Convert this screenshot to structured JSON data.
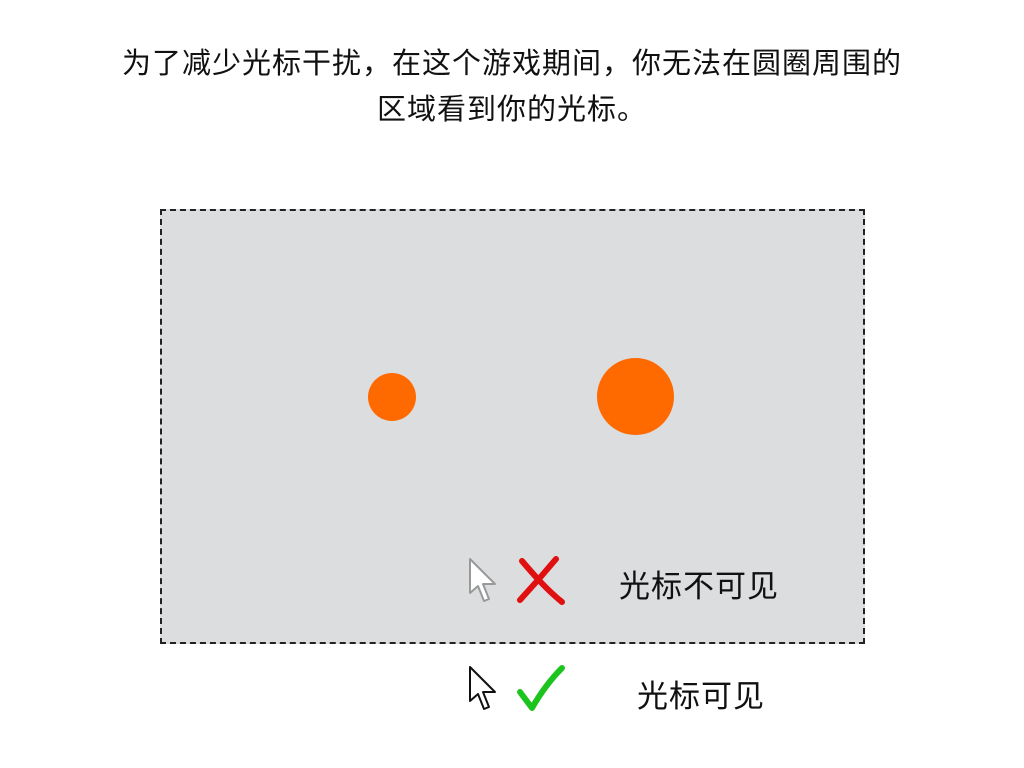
{
  "instruction": {
    "line1": "为了减少光标干扰，在这个游戏期间，你无法在圆圈周围的",
    "line2": "区域看到你的光标。"
  },
  "game": {
    "target_color": "#ff6a00",
    "background_color": "#dcdddf"
  },
  "legend": {
    "hidden": {
      "icon": "cross-icon",
      "color": "#e01010",
      "label": "光标不可见"
    },
    "visible": {
      "icon": "checkmark-icon",
      "color": "#1ec41e",
      "label": "光标可见"
    }
  }
}
